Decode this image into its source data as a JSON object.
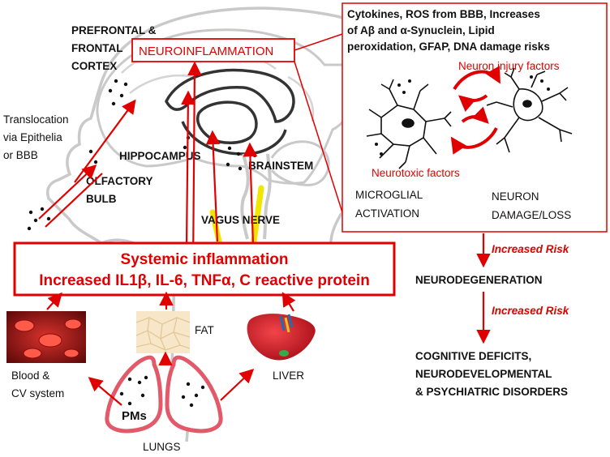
{
  "colors": {
    "accent": "#e00000",
    "outline": "#c9c9c9",
    "lung": "#e25a6a",
    "vagus": "#f2e600"
  },
  "labels": {
    "prefrontal": [
      "PREFRONTAL &",
      "FRONTAL",
      "CORTEX"
    ],
    "neuroinflammation": "NEUROINFLAMMATION",
    "translocation": [
      "Translocation",
      "via Epithelia",
      "or BBB"
    ],
    "hippocampus": "HIPPOCAMPUS",
    "brainstem": "BRAINSTEM",
    "olfactory": [
      "OLFACTORY",
      "BULB"
    ],
    "vagus": "VAGUS NERVE",
    "systemic_title": "Systemic inflammation",
    "systemic_markers": "Increased IL1β, IL-6, TNFα, C reactive protein",
    "fat": "FAT",
    "blood": [
      "Blood &",
      "CV system"
    ],
    "liver": "LIVER",
    "pms": "PMs",
    "lungs": "LUNGS"
  },
  "inset": {
    "factors": [
      "Cytokines, ROS from BBB, Increases",
      "of Aβ and  α-Synuclein, Lipid",
      "peroxidation, GFAP, DNA damage risks"
    ],
    "neuron_injury": "Neuron injury factors",
    "neurotoxic": "Neurotoxic factors",
    "microglial": [
      "MICROGLIAL",
      "ACTIVATION"
    ],
    "neuron": [
      "NEURON",
      "DAMAGE/LOSS"
    ]
  },
  "outcomes": {
    "risk1": "Increased Risk",
    "neurodegeneration": "NEURODEGENERATION",
    "risk2": "Increased Risk",
    "final": [
      "COGNITIVE DEFICITS,",
      "NEURODEVELOPMENTAL",
      "& PSYCHIATRIC DISORDERS"
    ]
  }
}
